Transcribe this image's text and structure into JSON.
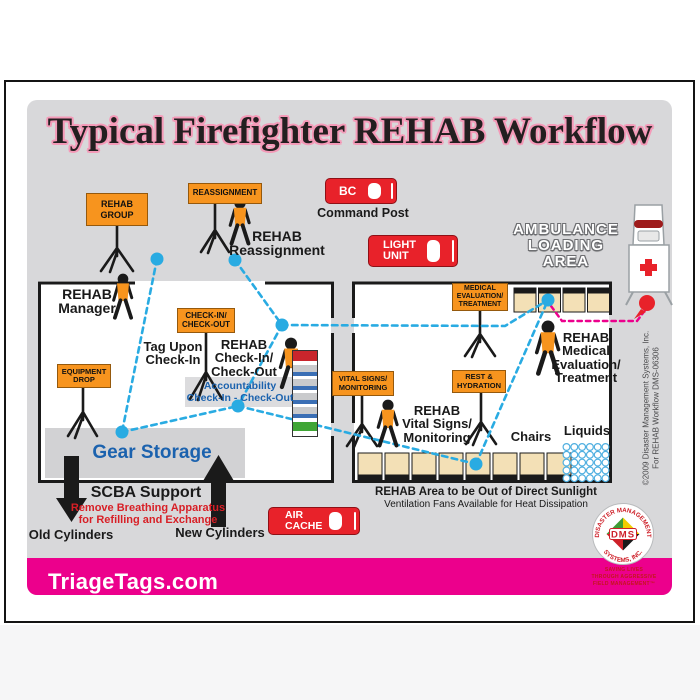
{
  "title": "Typical Firefighter REHAB Workflow",
  "stations": {
    "rehab_group": [
      "REHAB",
      "GROUP"
    ],
    "reassignment": [
      "REASSIGNMENT"
    ],
    "check_in_out": [
      "CHECK-IN/",
      "CHECK-OUT"
    ],
    "equipment_drop": [
      "EQUIPMENT",
      "DROP"
    ],
    "medical_eval": [
      "MEDICAL",
      "EVALUATION/",
      "TREATMENT"
    ],
    "vital_signs": [
      "VITAL SIGNS/",
      "MONITORING"
    ],
    "rest_hydration": [
      "REST &",
      "HYDRATION"
    ]
  },
  "labels": {
    "rehab_manager": [
      "REHAB",
      "Manager"
    ],
    "rehab_reassignment": [
      "REHAB",
      "Reassignment"
    ],
    "command_post": "Command Post",
    "ambulance_loading": [
      "AMBULANCE",
      "LOADING",
      "AREA"
    ],
    "tag_upon": [
      "Tag Upon",
      "Check-In"
    ],
    "rehab_check": [
      "REHAB",
      "Check-In/",
      "Check-Out"
    ],
    "accountability": [
      "Accountability",
      "Check-In - Check-Out"
    ],
    "rehab_medical": [
      "REHAB",
      "Medical",
      "Evaluation/",
      "Treatment"
    ],
    "rehab_vitals": [
      "REHAB",
      "Vital Signs/",
      "Monitoring"
    ],
    "chairs": "Chairs",
    "liquids": "Liquids",
    "gear_storage": "Gear Storage",
    "scba_support": "SCBA Support",
    "scba_note": [
      "Remove Breathing Apparatus",
      "for Refilling and Exchange"
    ],
    "old_cylinders": "Old Cylinders",
    "new_cylinders": "New Cylinders",
    "sunlight_note": "REHAB Area to be Out of Direct Sunlight",
    "ventilation_note": "Ventilation Fans Available for Heat Dissipation"
  },
  "vehicles": {
    "bc": "BC",
    "light_unit": [
      "LIGHT",
      "UNIT"
    ],
    "air_cache": [
      "AIR",
      "CACHE"
    ]
  },
  "footer": {
    "website": "TriageTags.com"
  },
  "logo": {
    "arc_top": "DISASTER MANAGEMENT",
    "arc_bottom": "SYSTEMS, INC.",
    "center": "DMS",
    "tagline": [
      "SAVING LIVES",
      "THROUGH AGGRESSIVE",
      "FIELD MANAGEMENT™"
    ]
  },
  "copyright": [
    "©2009 Disaster Management Systems, Inc.",
    "For REHAB Workflow DMS-06306"
  ],
  "colors": {
    "poster_gray": "#d8d8da",
    "sign_orange": "#F7941E",
    "flow_cyan": "#29ABE2",
    "brand_magenta": "#EC008C",
    "vehicle_red": "#E8222A",
    "heading_blue": "#1b62ae",
    "furniture_tan": "#F3E0B6"
  }
}
